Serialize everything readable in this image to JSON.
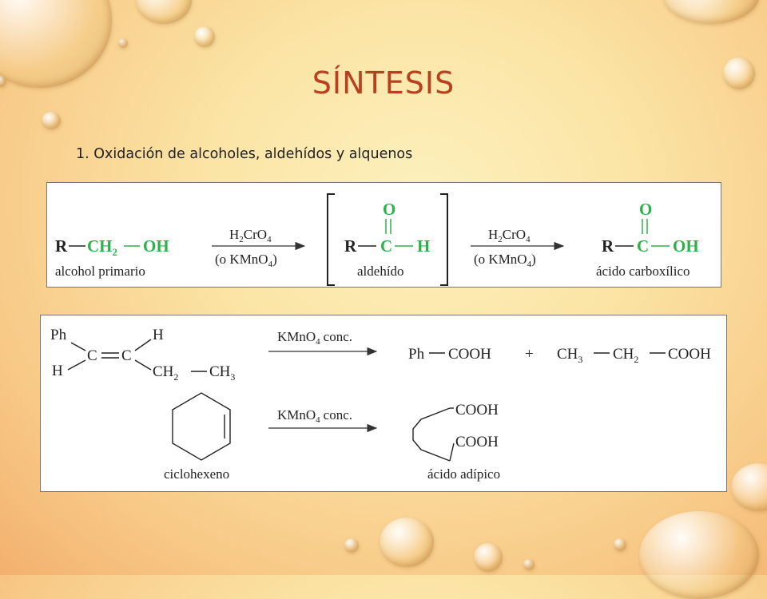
{
  "slide": {
    "title": "SÍNTESIS",
    "subtitle": "1. Oxidación de alcoholes, aldehídos y alquenos"
  },
  "colors": {
    "title": "#b8401c",
    "highlight_green": "#2bb34a"
  },
  "reaction1": {
    "reactant_label": "alcohol primario",
    "reagent_top_1": "H",
    "reagent_top_2": "CrO",
    "reagent_bottom_1": "(o KMnO",
    "reagent_bottom_2": ")",
    "intermediate_label": "aldehído",
    "product_label": "ácido carboxílico",
    "r": "R",
    "ch2": "CH",
    "oh": "OH",
    "o": "O",
    "c": "C",
    "h": "H",
    "sub2": "2",
    "sub4": "4"
  },
  "reaction2": {
    "reagent_1": "KMnO",
    "reagent_2": "conc.",
    "ph": "Ph",
    "h": "H",
    "c": "C",
    "ch2": "CH",
    "ch3": "CH",
    "product_ph": "Ph",
    "cooh": "COOH",
    "plus": "+",
    "sub2": "2",
    "sub3": "3",
    "sub4": "4"
  },
  "reaction3": {
    "reagent_1": "KMnO",
    "reagent_2": "conc.",
    "reactant_label": "ciclohexeno",
    "product_label": "ácido adípico",
    "cooh": "COOH",
    "sub4": "4"
  }
}
